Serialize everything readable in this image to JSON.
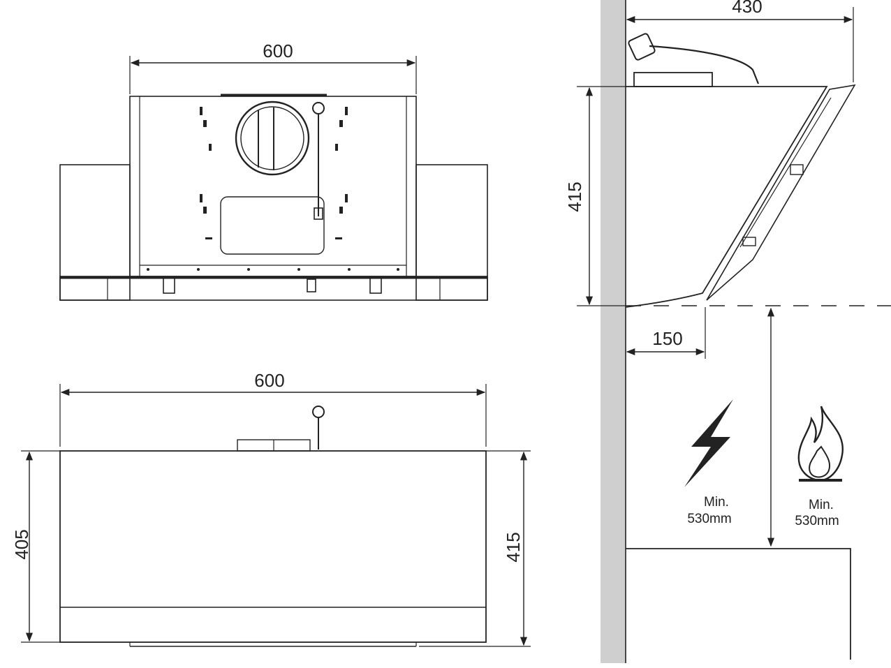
{
  "colors": {
    "line": "#222222",
    "wall": "#cfcfcf",
    "background": "#ffffff"
  },
  "top_view": {
    "width_label": "600"
  },
  "front_view": {
    "width_label": "600",
    "height_left_label": "405",
    "height_right_label": "415"
  },
  "side_view": {
    "depth_label": "430",
    "height_label": "415",
    "offset_label": "150"
  },
  "clearances": {
    "electric": {
      "icon": "lightning-icon",
      "line1": "Min.",
      "line2": "530mm"
    },
    "gas": {
      "icon": "flame-icon",
      "line1": "Min.",
      "line2": "530mm"
    }
  }
}
